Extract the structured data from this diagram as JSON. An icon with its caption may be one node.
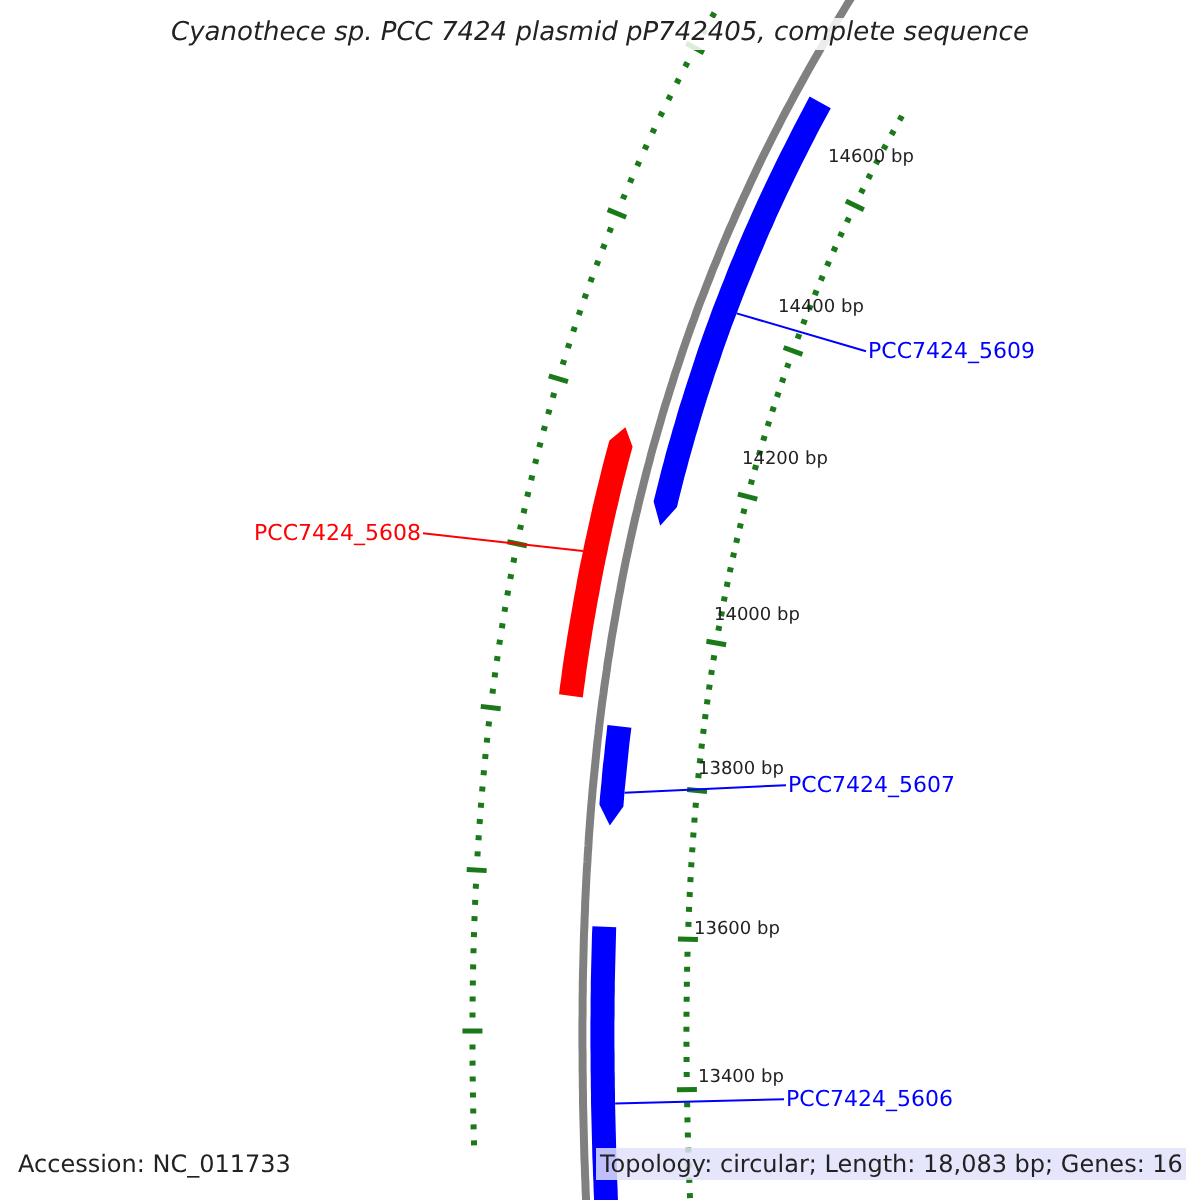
{
  "diagram": {
    "title": "Cyanothece sp. PCC 7424 plasmid pP742405, complete sequence",
    "nodes": [
      {
        "text": [
          "PCC7424_5609"
        ]
      },
      {
        "text": [],
        "shape": "bar"
      },
      {
        "text": [
          "PCC7424_5608"
        ]
      },
      {
        "text": [],
        "shape": "bar"
      },
      {
        "text": [
          "PCC7424_5607"
        ]
      },
      {
        "text": [],
        "shape": "bar"
      },
      {
        "text": [
          "PCC7424_5606"
        ]
      },
      {
        "text": [],
        "shape": "bar"
      }
    ],
    "edges": [
      {
        "from": 0,
        "to": 1,
        "arrow": "none"
      },
      {
        "from": 2,
        "to": 3,
        "arrow": "none",
        "color": "#ff0000"
      },
      {
        "from": 4,
        "to": 5,
        "arrow": "none"
      },
      {
        "from": 6,
        "to": 7,
        "arrow": "none"
      }
    ],
    "labels": [
      "14600 bp",
      "14400 bp",
      "14200 bp",
      "14000 bp",
      "13800 bp",
      "13600 bp",
      "13400 bp",
      "Accession: NC_011733",
      "Topology: circular; Length: 18,083 bp; Genes: 16"
    ]
  }
}
